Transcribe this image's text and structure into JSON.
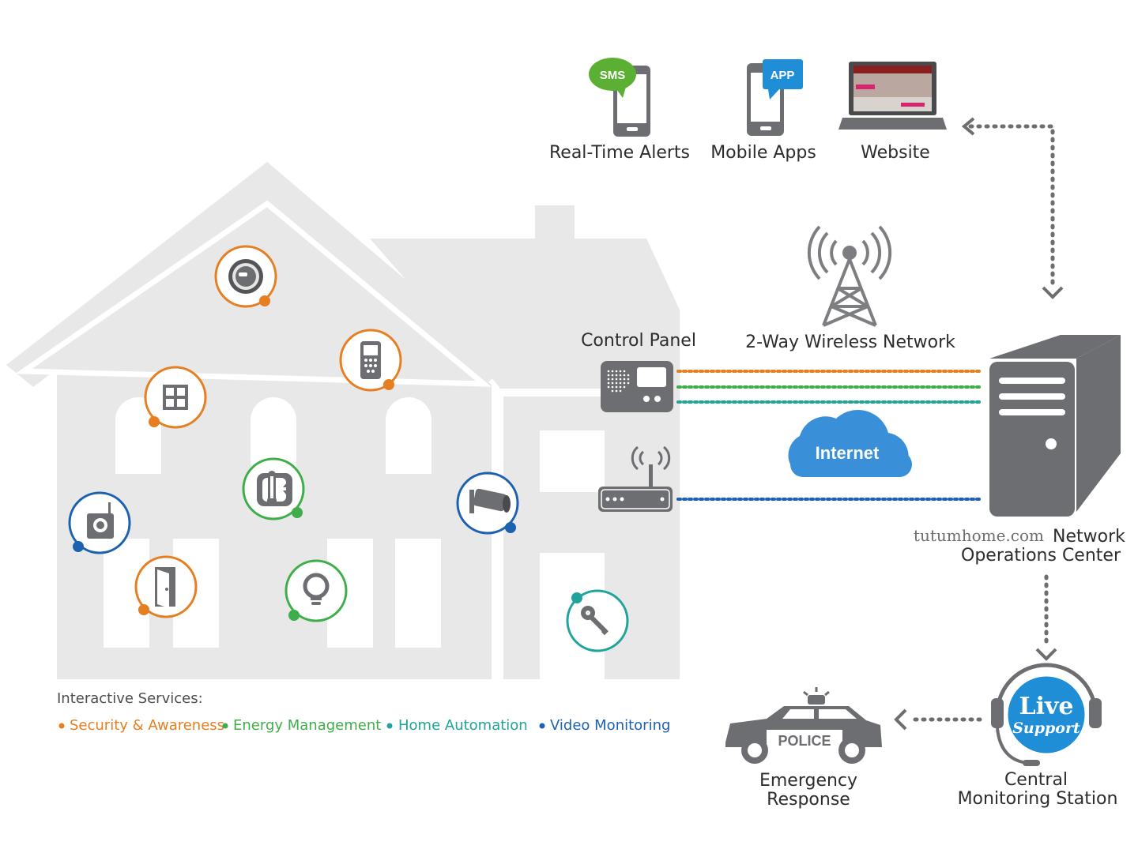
{
  "outputs": {
    "sms": {
      "badge": "SMS",
      "label": "Real-Time Alerts"
    },
    "app": {
      "badge": "APP",
      "label": "Mobile Apps"
    },
    "website": {
      "label": "Website"
    }
  },
  "control_panel": {
    "label": "Control Panel"
  },
  "wireless": {
    "label": "2-Way Wireless Network"
  },
  "internet": {
    "label": "Internet"
  },
  "noc": {
    "brand": "tutumhome.com",
    "label_line1": "Network",
    "label_line2": "Operations Center"
  },
  "central": {
    "badge_line1": "Live",
    "badge_line2": "Support",
    "label_line1": "Central",
    "label_line2": "Monitoring Station"
  },
  "emergency": {
    "car_text": "POLICE",
    "label_line1": "Emergency",
    "label_line2": "Response"
  },
  "legend": {
    "title": "Interactive Services:",
    "items": [
      {
        "label": "Security & Awareness",
        "color": "#e67e22"
      },
      {
        "label": "Energy Management",
        "color": "#3fae49"
      },
      {
        "label": "Home Automation",
        "color": "#1fa39a"
      },
      {
        "label": "Video Monitoring",
        "color": "#1d62b0"
      }
    ]
  },
  "colors": {
    "security": "#e67e22",
    "energy": "#3fae49",
    "automation": "#1fa39a",
    "video": "#1d62b0",
    "house": "#e8e8e9",
    "device": "#6d6e71",
    "cloud": "#3a8fd9"
  },
  "house_devices": [
    {
      "name": "smoke-detector-icon",
      "category": "security"
    },
    {
      "name": "keypad-remote-icon",
      "category": "security"
    },
    {
      "name": "window-sensor-icon",
      "category": "security"
    },
    {
      "name": "thermostat-icon",
      "category": "energy"
    },
    {
      "name": "camera-icon",
      "category": "video"
    },
    {
      "name": "wireless-camera-icon",
      "category": "video"
    },
    {
      "name": "door-sensor-icon",
      "category": "security"
    },
    {
      "name": "light-bulb-icon",
      "category": "energy"
    },
    {
      "name": "key-icon",
      "category": "automation"
    }
  ]
}
